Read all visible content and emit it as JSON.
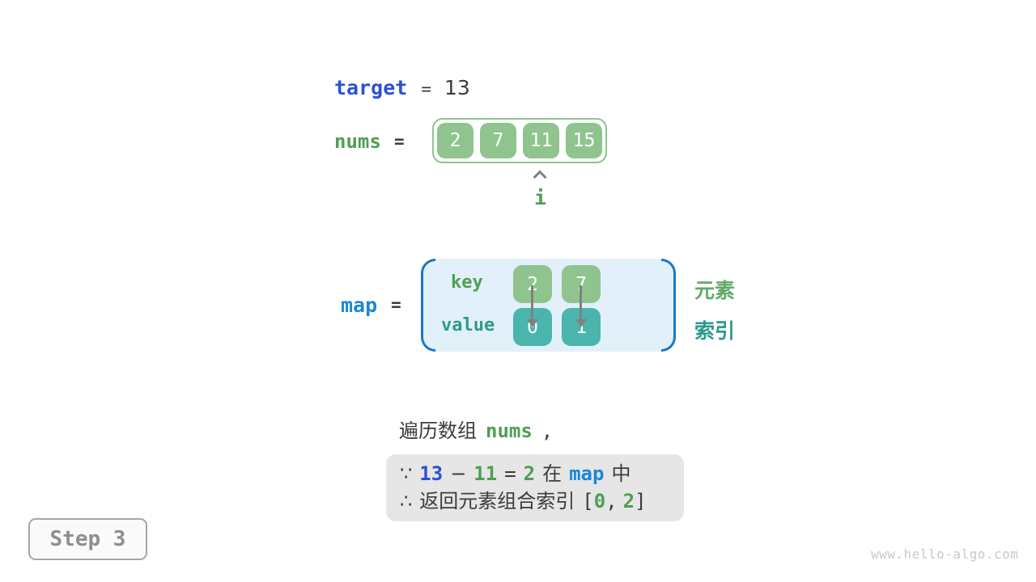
{
  "target_row": {
    "label": "target",
    "equals": "=",
    "value": "13"
  },
  "nums_row": {
    "label": "nums",
    "equals": "=",
    "values": [
      "2",
      "7",
      "11",
      "15"
    ],
    "pointer": {
      "label": "i"
    }
  },
  "map_row": {
    "label": "map",
    "equals": "=",
    "key_label": "key",
    "value_label": "value",
    "keys": [
      "2",
      "7"
    ],
    "values": [
      "0",
      "1"
    ],
    "key_annotation": "元素",
    "value_annotation": "索引"
  },
  "caption": {
    "text": "遍历数组",
    "code": "nums",
    "comma": ","
  },
  "reason_box": {
    "line1": {
      "symbol": "∵",
      "target": "13",
      "minus": "−",
      "current": "11",
      "equals": "=",
      "complement": "2",
      "in_word": "在",
      "map_ref": "map",
      "suffix": "中"
    },
    "line2": {
      "symbol": "∴",
      "text": "返回元素组合索引",
      "open_bracket": "[",
      "index1": "0",
      "comma": ",",
      "index2": "2",
      "close_bracket": "]"
    }
  },
  "step_badge": {
    "label": "Step 3"
  },
  "watermark": {
    "text": "www.hello-algo.com"
  },
  "colors": {
    "array_green": "#8fc48f",
    "value_teal": "#4ab5ad",
    "code_green_text": "#4f9e54",
    "teal_text": "#2e998f",
    "element_annotation_green": "#63aa69",
    "target_blue": "#2b50d8",
    "map_blue": "#1b87d6",
    "map_bracket_blue": "#1878c8",
    "map_background": "#e2f0f9",
    "arrow_gray": "#808080",
    "reason_box_gray": "#e6e6e6",
    "text_dark": "#3c3c3c"
  }
}
